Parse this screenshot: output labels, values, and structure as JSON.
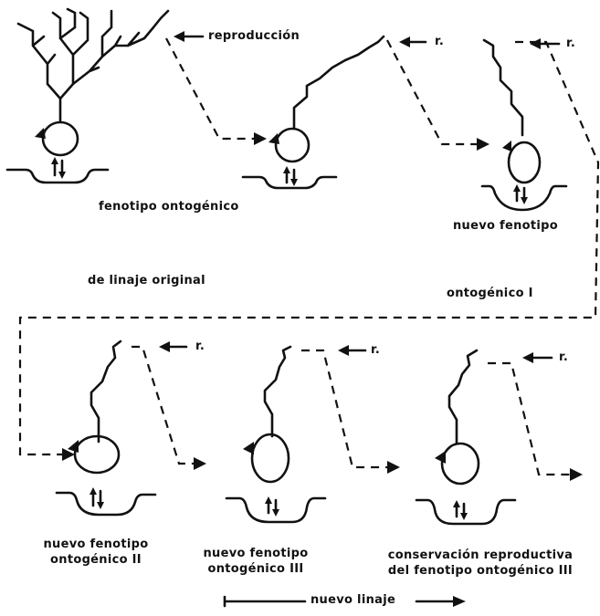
{
  "labels": {
    "reproduccion": "reproducción",
    "r1": "r.",
    "r2": "r.",
    "r3": "r.",
    "r4": "r.",
    "r5": "r.",
    "fenotipo_ontogenico": "fenotipo ontogénico",
    "de_linaje_original": "de linaje original",
    "nuevo_fenotipo": "nuevo fenotipo",
    "ontogenico_i": "ontogénico I",
    "nuevo_fenotipo_ii_line1": "nuevo fenotipo",
    "nuevo_fenotipo_ii_line2": "ontogénico II",
    "nuevo_fenotipo_iii_line1": "nuevo fenotipo",
    "nuevo_fenotipo_iii_line2": "ontogénico III",
    "conservacion_line1": "conservación reproductiva",
    "conservacion_line2": "del fenotipo ontogénico III",
    "nuevo_linaje": "nuevo linaje"
  }
}
